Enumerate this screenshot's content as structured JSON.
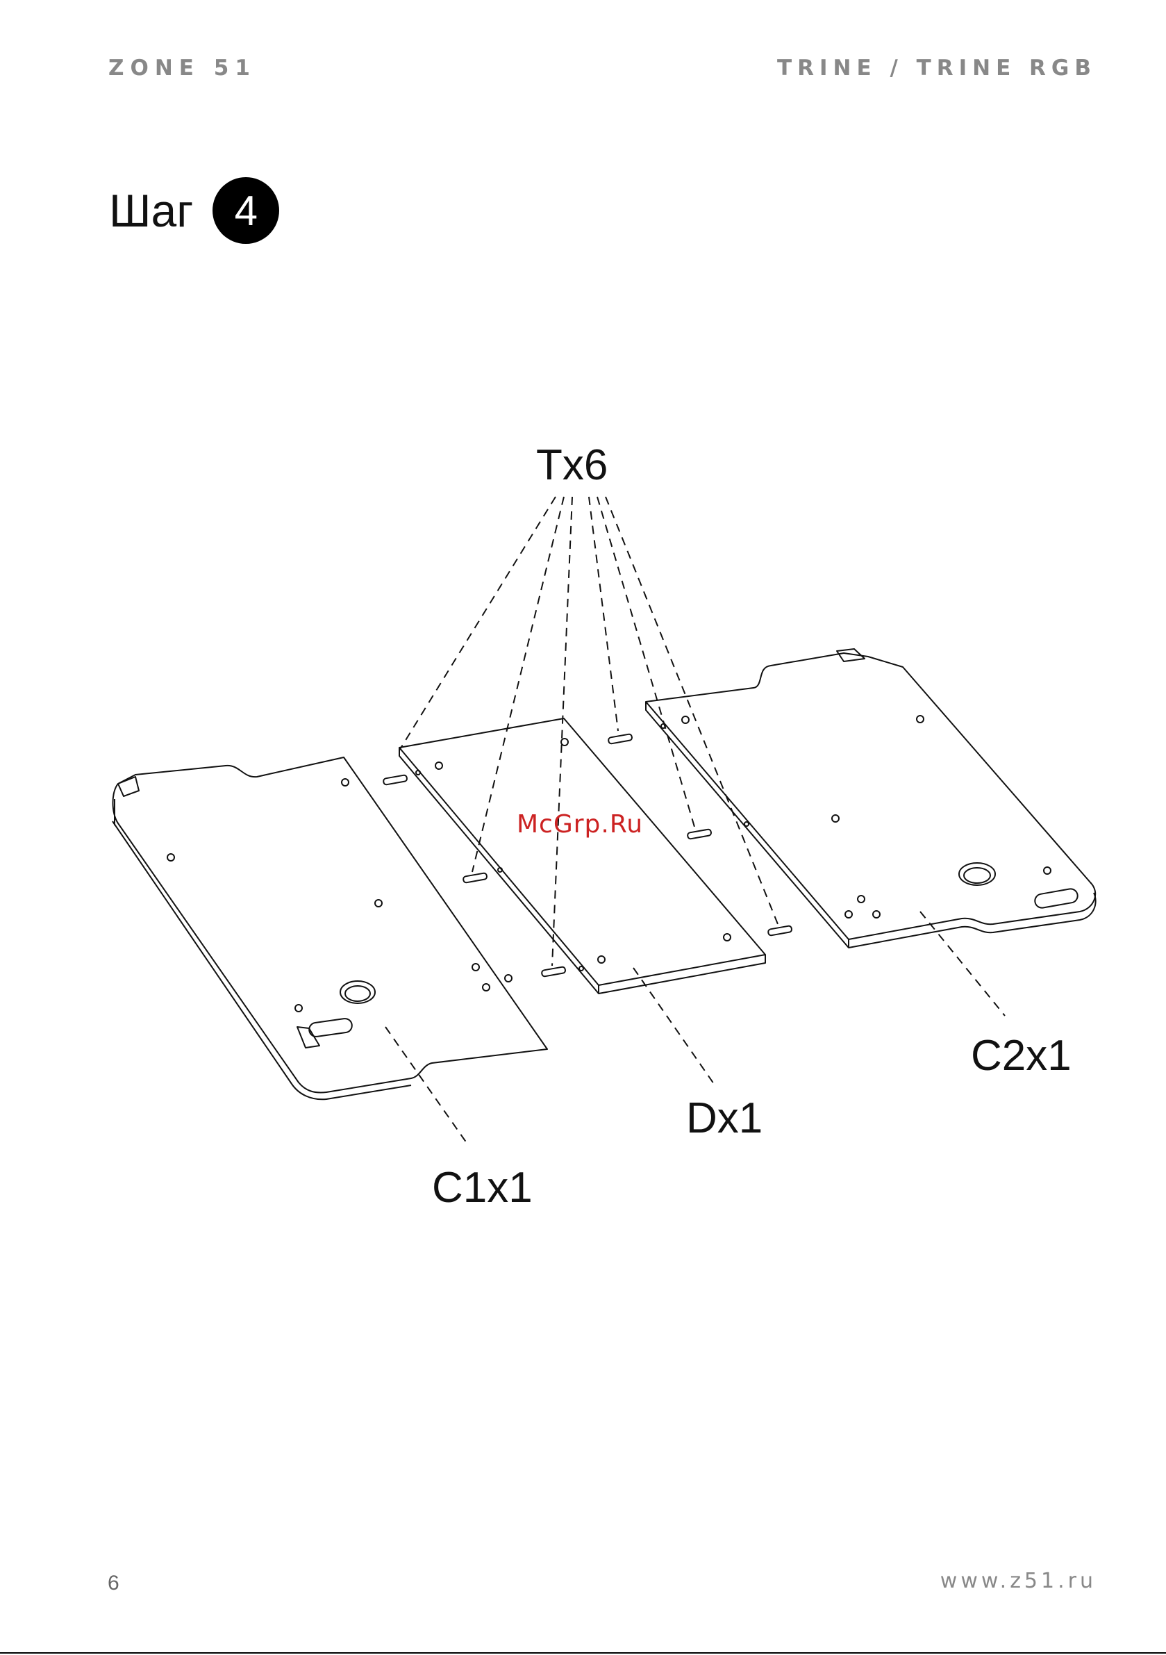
{
  "header": {
    "brand": "ZONE 51",
    "product": "TRINE / TRINE RGB"
  },
  "step": {
    "label": "Шаг",
    "number": "4"
  },
  "callouts": {
    "dowels": "Tx6",
    "panel_d": "Dx1",
    "panel_c1": "C1x1",
    "panel_c2": "C2x1"
  },
  "watermark": "McGrp.Ru",
  "footer": {
    "page_number": "6",
    "website": "www.z51.ru"
  },
  "icons": [
    "step-number-badge"
  ]
}
